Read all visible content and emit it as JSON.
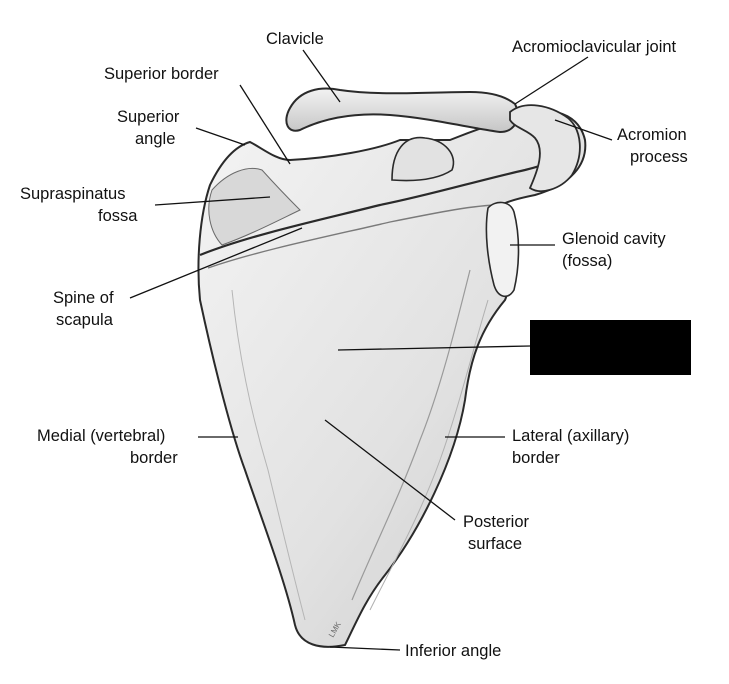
{
  "diagram": {
    "labels": {
      "clavicle": "Clavicle",
      "acromioclavicular_joint": "Acromioclavicular joint",
      "superior_border": "Superior border",
      "superior_angle": [
        "Superior",
        "angle"
      ],
      "acromion_process": [
        "Acromion",
        "process"
      ],
      "supraspinatus_fossa": [
        "Supraspinatus",
        "fossa"
      ],
      "glenoid_cavity": [
        "Glenoid cavity",
        "(fossa)"
      ],
      "spine_of_scapula": [
        "Spine of",
        "scapula"
      ],
      "medial_border": [
        "Medial (vertebral)",
        "border"
      ],
      "lateral_border": [
        "Lateral (axillary)",
        "border"
      ],
      "posterior_surface": [
        "Posterior",
        "surface"
      ],
      "inferior_angle": "Inferior angle"
    },
    "hidden_label_box": {
      "color": "#000000"
    },
    "colors": {
      "bone_fill": "#e9e9e9",
      "bone_shade": "#b8b8b8",
      "outline": "#2a2a2a",
      "text": "#111111"
    }
  }
}
